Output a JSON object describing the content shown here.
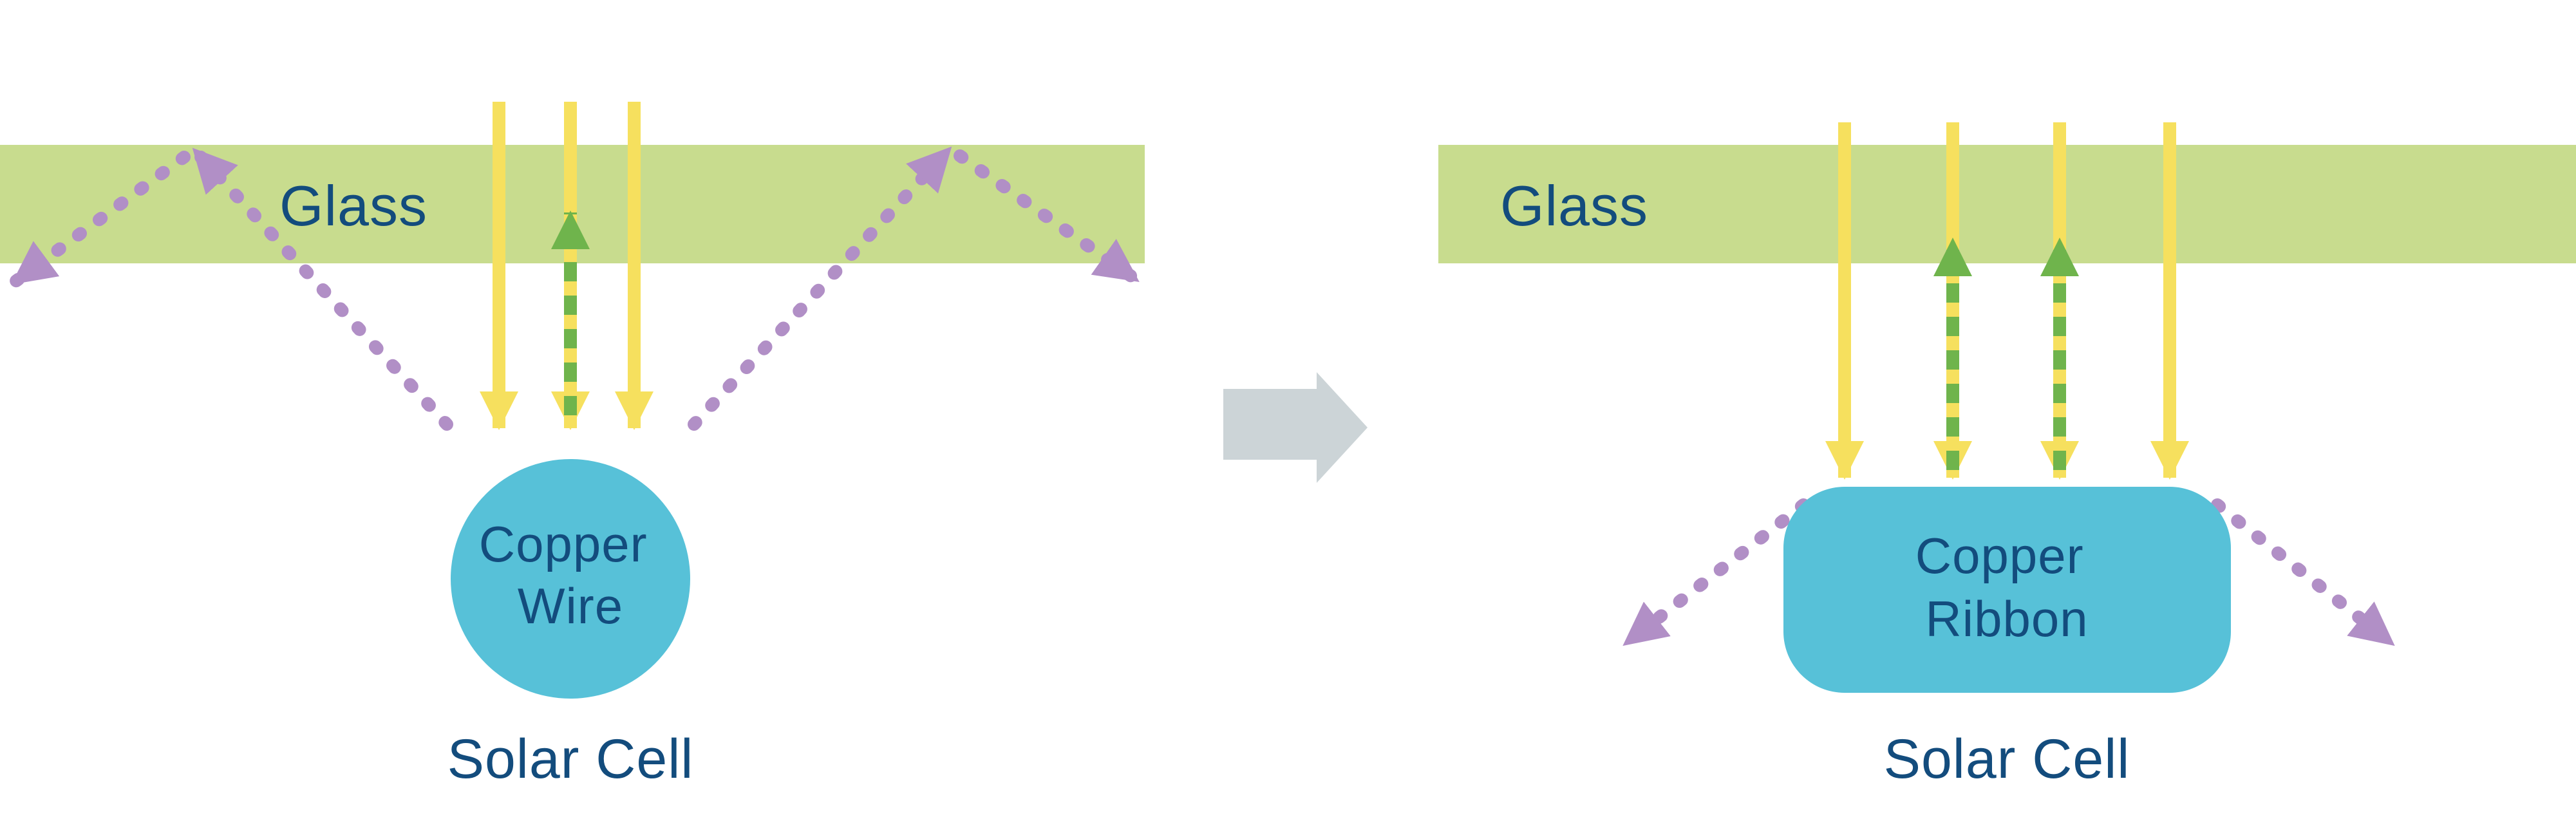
{
  "diagram": {
    "left": {
      "glass_label": "Glass",
      "copper_label_line1": "Copper",
      "copper_label_line2": "Wire",
      "solar_cell_label": "Solar Cell"
    },
    "right": {
      "glass_label": "Glass",
      "copper_label_line1": "Copper",
      "copper_label_line2": "Ribbon",
      "solar_cell_label": "Solar Cell"
    }
  },
  "colors": {
    "background": "#ffffff",
    "glass": "#c8dc8e",
    "sunlight_yellow": "#f6e05e",
    "reflected_green": "#6fb44c",
    "scattered_purple": "#b18fc6",
    "copper_blue": "#57c1d8",
    "text_navy": "#134c7d",
    "transition_gray": "#ccd4d7"
  }
}
